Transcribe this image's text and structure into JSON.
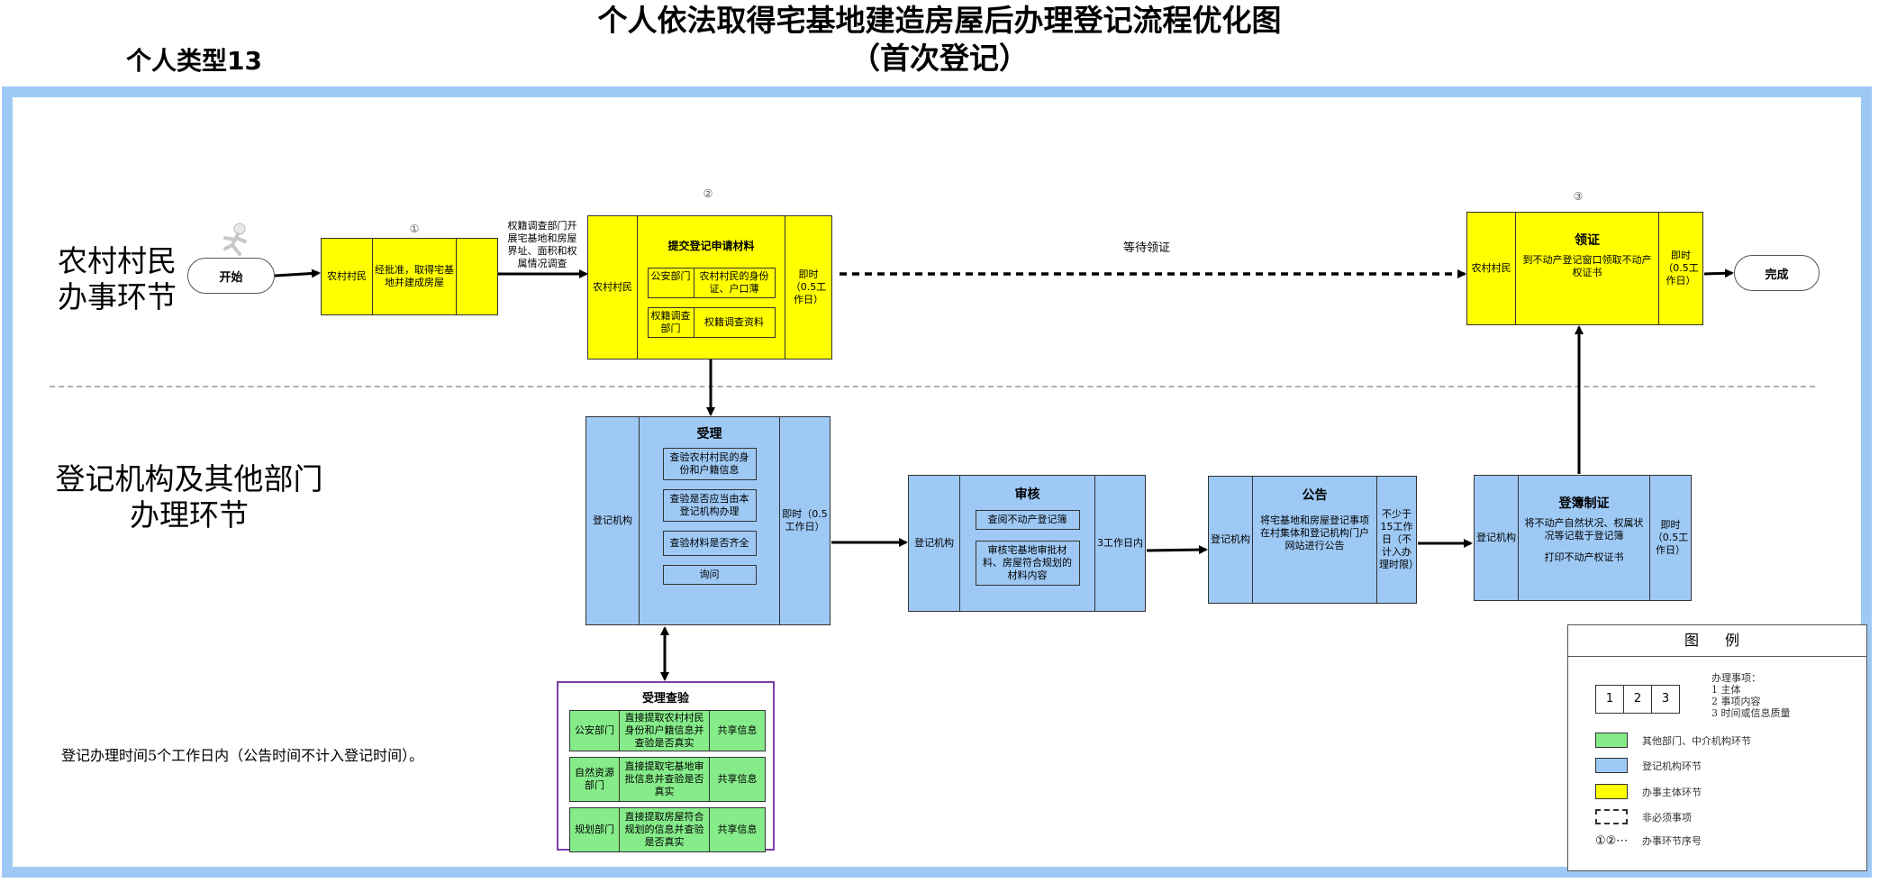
{
  "title": {
    "line1": "个人依法取得宅基地建造房屋后办理登记流程优化图",
    "line2": "（首次登记）"
  },
  "type_label": "个人类型13",
  "lanes": {
    "top": {
      "line1": "农村村民",
      "line2": "办事环节"
    },
    "bottom": {
      "line1": "登记机构及其他部门",
      "line2": "办理环节"
    }
  },
  "start": "开始",
  "end": "完成",
  "step_numbers": {
    "s1": "①",
    "s2": "②",
    "s3": "③"
  },
  "step1": {
    "subject": "农村村民",
    "content": "经批准，取得宅基地并建成房屋",
    "time": ""
  },
  "survey_note": "权籍调查部门开展宅基地和房屋界址、面积和权属情况调查",
  "step2": {
    "subject": "农村村民",
    "heading": "提交登记申请材料",
    "time": "即时（0.5工作日）",
    "rows": [
      {
        "dept": "公安部门",
        "item": "农村村民的身份证、户口薄"
      },
      {
        "dept": "权籍调查部门",
        "item": "权籍调查资料"
      }
    ]
  },
  "wait_label": "等待领证",
  "step3": {
    "subject": "农村村民",
    "heading": "领证",
    "content": "到不动产登记窗口领取不动产权证书",
    "time": "即时（0.5工作日）"
  },
  "accept": {
    "subject": "登记机构",
    "heading": "受理",
    "time": "即时（0.5工作日）",
    "items": [
      "查验农村村民的身份和户籍信息",
      "查验是否应当由本登记机构办理",
      "查验材料是否齐全",
      "询问"
    ]
  },
  "review": {
    "subject": "登记机构",
    "heading": "审核",
    "time": "3工作日内",
    "items": [
      "查阅不动产登记簿",
      "审核宅基地审批材料、房屋符合规划的材料内容"
    ]
  },
  "notice": {
    "subject": "登记机构",
    "heading": "公告",
    "content": "将宅基地和房屋登记事项在村集体和登记机构门户网站进行公告",
    "time": "不少于15工作日（不计入办理时限）"
  },
  "register": {
    "subject": "登记机构",
    "heading": "登簿制证",
    "content1": "将不动产自然状况、权属状况等记载于登记簿",
    "content2": "打印不动产权证书",
    "time": "即时（0.5工作日）"
  },
  "verify": {
    "heading": "受理查验",
    "rows": [
      {
        "dept": "公安部门",
        "content": "直接提取农村村民身份和户籍信息并查验是否真实",
        "share": "共享信息"
      },
      {
        "dept": "自然资源部门",
        "content": "直接提取宅基地审批信息并查验是否真实",
        "share": "共享信息"
      },
      {
        "dept": "规划部门",
        "content": "直接提取房屋符合规划的信息并查验是否真实",
        "share": "共享信息"
      }
    ]
  },
  "footnote": "登记办理时间5个工作日内（公告时间不计入登记时间）。",
  "legend": {
    "title": "图 例",
    "cells": [
      "1",
      "2",
      "3"
    ],
    "item_head": "办理事项：",
    "item_lines": [
      "1 主体",
      "2 事项内容",
      "3 时间或信息质量"
    ],
    "green_label": "其他部门、中介机构环节",
    "blue_label": "登记机构环节",
    "yellow_label": "办事主体环节",
    "dash_label": "非必须事项",
    "seq_symbol": "①②⋯",
    "seq_label": "办事环节序号"
  },
  "colors": {
    "yellow": "#ffff00",
    "blue": "#9ec9f5",
    "green": "#86ec8a",
    "purple": "#7b3fa8",
    "frame": "#9ec9f5"
  },
  "icons": {
    "person": "person-running-icon"
  }
}
